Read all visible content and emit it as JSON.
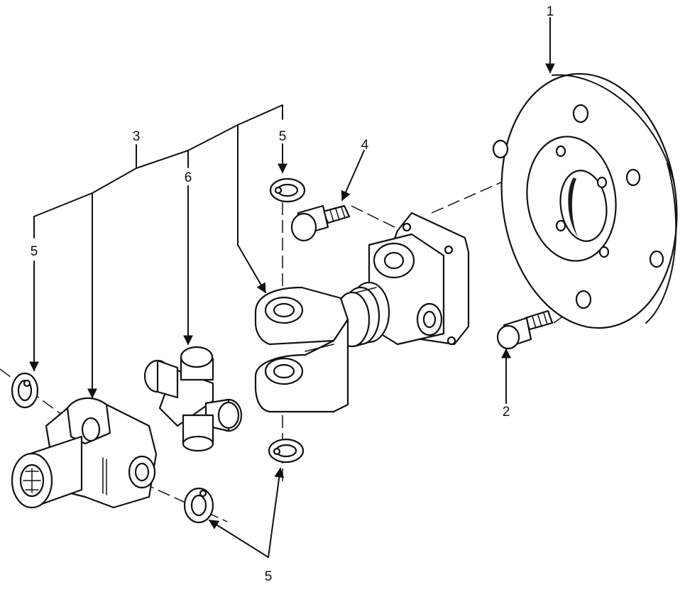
{
  "callouts": {
    "c1": "1",
    "c2": "2",
    "c3": "3",
    "c4": "4",
    "c5_top": "5",
    "c5_left": "5",
    "c5_bottom": "5",
    "c6": "6"
  }
}
